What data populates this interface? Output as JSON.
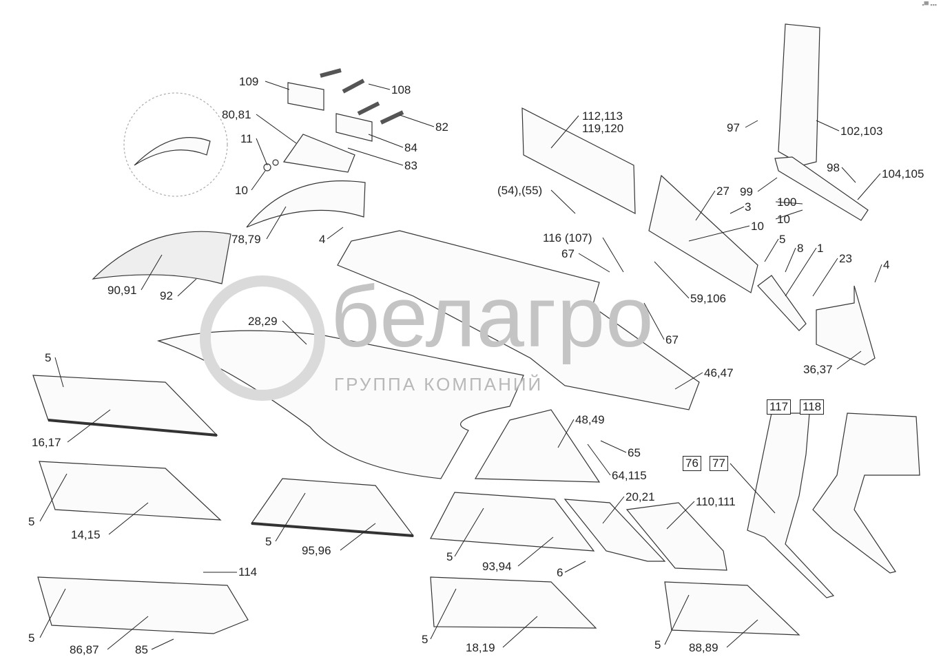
{
  "corner_mark": "▪▀ ▪▪▪",
  "watermark": {
    "name": "белагро",
    "subtitle": "ГРУППА КОМПАНИЙ"
  },
  "callouts": {
    "c109": "109",
    "c108": "108",
    "c80_81": "80,81",
    "c82": "82",
    "c11": "11",
    "c84": "84",
    "c83": "83",
    "c10a": "10",
    "c78_79": "78,79",
    "c4a": "4",
    "c90_91": "90,91",
    "c92": "92",
    "c28_29": "28,29",
    "c5a": "5",
    "c16_17": "16,17",
    "c5b": "5",
    "c14_15": "14,15",
    "c5c": "5",
    "c95_96": "95,96",
    "c114": "114",
    "c5d": "5",
    "c86_87": "86,87",
    "c85": "85",
    "c112_113": "112,113",
    "c119_120": "119,120",
    "c54_55": "(54),(55)",
    "c116_107": "116 (107)",
    "c67a": "67",
    "c59_106": "59,106",
    "c67b": "67",
    "c46_47": "46,47",
    "c48_49": "48,49",
    "c65": "65",
    "c64_115": "64,115",
    "c20_21": "20,21",
    "c110_111": "110,111",
    "c5e": "5",
    "c93_94": "93,94",
    "c6": "6",
    "c5f": "5",
    "c18_19": "18,19",
    "c5g": "5",
    "c88_89": "88,89",
    "c97": "97",
    "c102_103": "102,103",
    "c98": "98",
    "c104_105": "104,105",
    "c27": "27",
    "c99": "99",
    "c3": "3",
    "c100": "100",
    "c10b": "10",
    "c10c": "10",
    "c5h": "5",
    "c8": "8",
    "c1": "1",
    "c23": "23",
    "c4b": "4",
    "c36_37": "36,37"
  },
  "boxed": {
    "b117": "117",
    "b118": "118",
    "b76": "76",
    "b77": "77"
  }
}
